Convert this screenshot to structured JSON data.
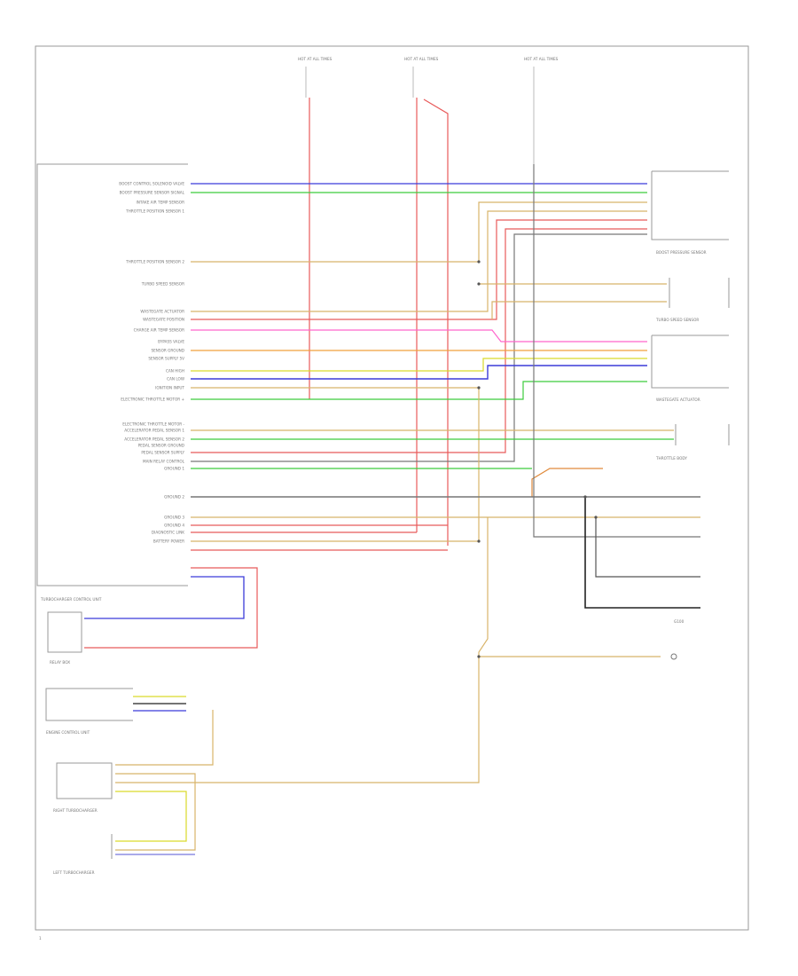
{
  "page_code": "1",
  "fuses": [
    "HOT AT ALL TIMES",
    "HOT AT ALL TIMES",
    "HOT AT ALL TIMES"
  ],
  "module": {
    "name": "TURBOCHARGER CONTROL UNIT",
    "pins": [
      "BOOST CONTROL SOLENOID VALVE",
      "BOOST PRESSURE SENSOR SIGNAL",
      "INTAKE AIR TEMP SENSOR",
      "THROTTLE POSITION SENSOR 1",
      "THROTTLE POSITION SENSOR 2",
      "TURBO SPEED SENSOR",
      "WASTEGATE ACTUATOR",
      "WASTEGATE POSITION",
      "CHARGE AIR TEMP SENSOR",
      "BYPASS VALVE",
      "SENSOR GROUND",
      "SENSOR SUPPLY 5V",
      "CAN HIGH",
      "CAN LOW",
      "IGNITION INPUT",
      "ELECTRONIC THROTTLE MOTOR +",
      "ELECTRONIC THROTTLE MOTOR -",
      "ACCELERATOR PEDAL SENSOR 1",
      "ACCELERATOR PEDAL SENSOR 2",
      "PEDAL SENSOR GROUND",
      "PEDAL SENSOR SUPPLY",
      "MAIN RELAY CONTROL",
      "GROUND 1",
      "GROUND 2",
      "GROUND 3",
      "GROUND 4",
      "DIAGNOSTIC LINK",
      "BATTERY POWER"
    ]
  },
  "right_components": [
    "BOOST PRESSURE SENSOR",
    "TURBO SPEED SENSOR",
    "WASTEGATE ACTUATOR",
    "THROTTLE BODY"
  ],
  "bottom_components": [
    "RELAY BOX",
    "ENGINE CONTROL UNIT",
    "RIGHT TURBOCHARGER",
    "LEFT TURBOCHARGER"
  ],
  "ground_label": "G100",
  "colors": {
    "blue": "#3b3bd9",
    "green": "#3ccc3c",
    "red": "#e85a5a",
    "tan": "#d8b46a",
    "orange": "#f0a13c",
    "yellow": "#d9d92a",
    "pink": "#ff66cc",
    "gray": "#777777",
    "black": "#222222"
  }
}
